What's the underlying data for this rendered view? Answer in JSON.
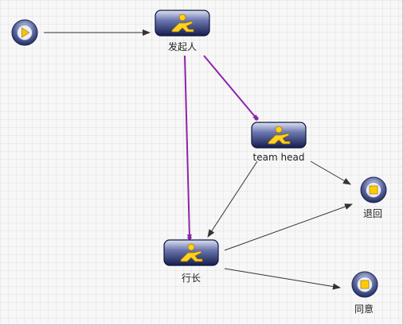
{
  "diagram": {
    "colors": {
      "background": "#f7f7f7",
      "normal_edge": "#333333",
      "highlight_edge": "#8e24aa",
      "task_box_top": "#c5cbe6",
      "task_box_bottom": "#1a2356",
      "task_figure": "#ffd21e",
      "start_center": "#ffc107",
      "end_center": "#ffcc00"
    },
    "nodes": {
      "start": {
        "type": "start-event",
        "icon": "play-circle-icon"
      },
      "initiator": {
        "type": "user-task",
        "icon": "user-task-icon",
        "label": "发起人"
      },
      "team_head": {
        "type": "user-task",
        "icon": "user-task-icon",
        "label": "team head"
      },
      "bank_head": {
        "type": "user-task",
        "icon": "user-task-icon",
        "label": "行长"
      },
      "reject": {
        "type": "end-event",
        "icon": "stop-circle-icon",
        "label": "退回"
      },
      "approve": {
        "type": "end-event",
        "icon": "stop-circle-icon",
        "label": "同意"
      }
    },
    "edges": [
      {
        "from": "start",
        "to": "initiator",
        "highlighted": false
      },
      {
        "from": "initiator",
        "to": "team_head",
        "highlighted": true
      },
      {
        "from": "initiator",
        "to": "bank_head",
        "highlighted": true
      },
      {
        "from": "team_head",
        "to": "bank_head",
        "highlighted": false
      },
      {
        "from": "team_head",
        "to": "reject",
        "highlighted": false
      },
      {
        "from": "bank_head",
        "to": "reject",
        "highlighted": false
      },
      {
        "from": "bank_head",
        "to": "approve",
        "highlighted": false
      }
    ]
  }
}
